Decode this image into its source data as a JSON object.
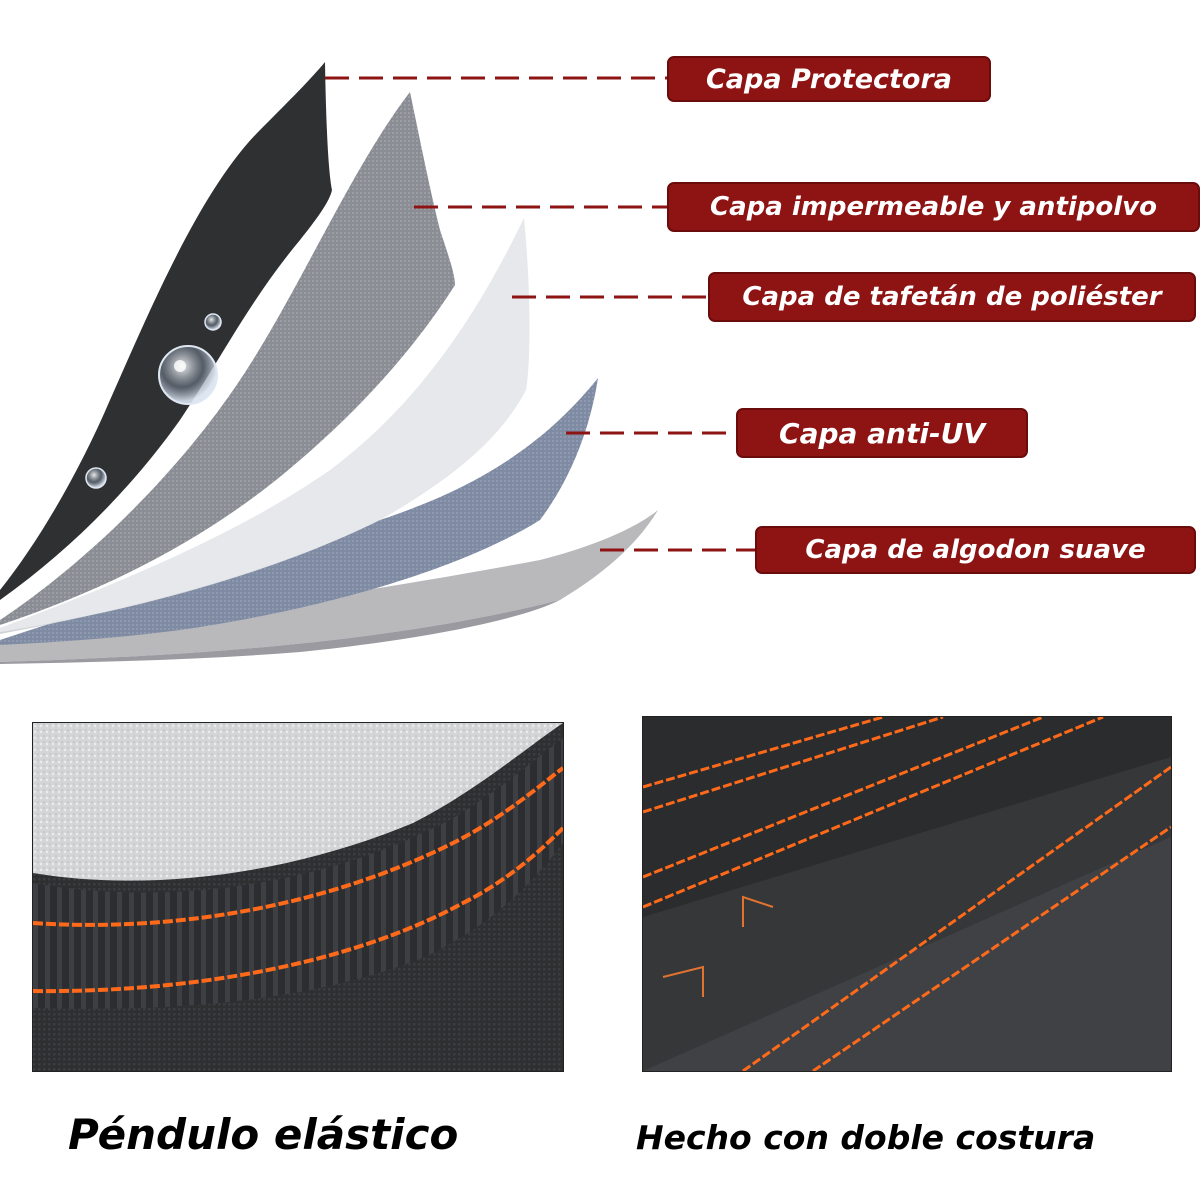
{
  "layers": [
    {
      "label": "Capa Protectora"
    },
    {
      "label": "Capa impermeable y antipolvo"
    },
    {
      "label": "Capa de tafetán de poliéster"
    },
    {
      "label": "Capa anti-UV"
    },
    {
      "label": "Capa de algodon suave"
    }
  ],
  "features": [
    {
      "caption": "Péndulo elástico"
    },
    {
      "caption": "Hecho con doble costura"
    }
  ],
  "colors": {
    "label_bg": "#8e1313",
    "label_text": "#ffffff",
    "stitch": "#ff6a1a",
    "fabric": "#2c2e31"
  }
}
